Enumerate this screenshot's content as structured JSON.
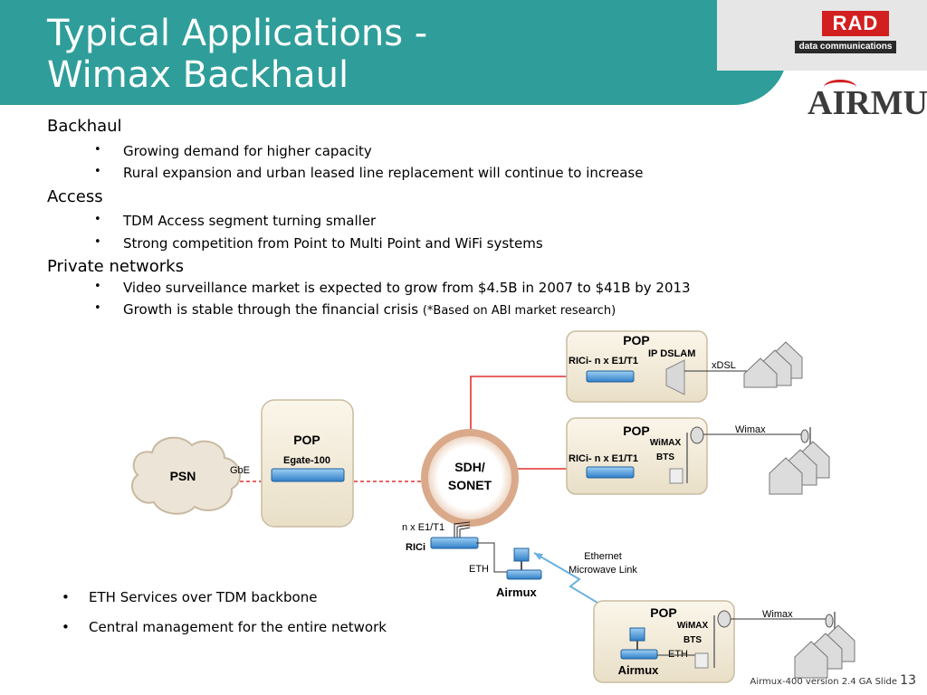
{
  "title": {
    "line1": "Typical Applications -",
    "line2": "Wimax Backhaul"
  },
  "logos": {
    "rad": "RAD",
    "rad_sub": "data communications",
    "airmux": "AIRMUX"
  },
  "sections": [
    {
      "heading": "Backhaul",
      "bullets": [
        "Growing demand for higher capacity",
        "Rural expansion and urban leased line replacement will continue to increase"
      ]
    },
    {
      "heading": "Access",
      "bullets": [
        "TDM Access segment turning smaller",
        "Strong competition from Point to Multi Point and WiFi systems"
      ]
    },
    {
      "heading": "Private networks",
      "bullets": [
        "Video surveillance market is expected to grow from $4.5B in 2007 to $41B by 2013",
        "Growth is stable through the financial crisis"
      ],
      "note": "(*Based on ABI market research)"
    }
  ],
  "lower_bullets": [
    "ETH Services over TDM backbone",
    "Central management for the entire network"
  ],
  "diagram": {
    "psn": "PSN",
    "gbe": "GbE",
    "pop": "POP",
    "egate": "Egate-100",
    "sdh": "SDH/",
    "sonet": "SONET",
    "ip_dslam": "IP DSLAM",
    "rici_e1_top": "RICi- n x E1/T1",
    "xdsl": "xDSL",
    "wimax_bts_top": "WiMAX",
    "bts_top": "BTS",
    "rici_e1_mid": "RICi- n x E1/T1",
    "wimax_link_mid": "Wimax",
    "nxe1": "n x E1/T1",
    "rici": "RICi",
    "eth_left": "ETH",
    "airmux_mid": "Airmux",
    "eth_mw_1": "Ethernet",
    "eth_mw_2": "Microwave Link",
    "wimax_bts_bottom": "WiMAX",
    "bts_bottom": "BTS",
    "eth_bottom": "ETH",
    "airmux_bottom": "Airmux",
    "wimax_link_bottom": "Wimax"
  },
  "footer": {
    "text": "Airmux-400 version 2.4 GA Slide",
    "page": "13"
  },
  "colors": {
    "header": "#2f9e9a",
    "rad_red": "#d21f1f",
    "link_red": "#e03030",
    "device_blue": "#3a8fd6"
  }
}
